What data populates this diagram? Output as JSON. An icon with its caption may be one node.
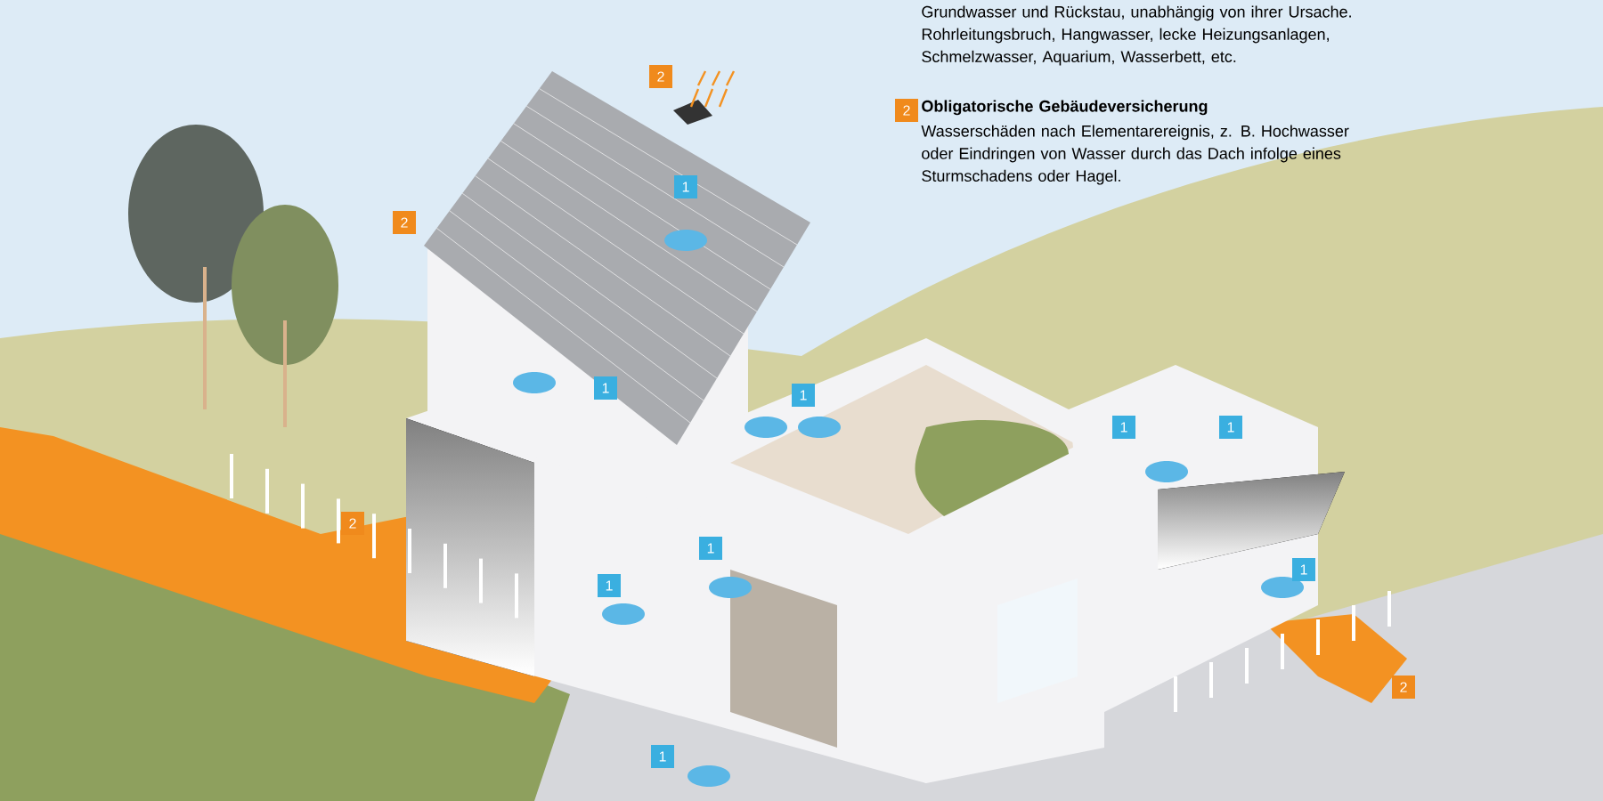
{
  "diagram": {
    "labels": [
      "Grundwasser und Rückstau, unabhängig von ihrer Ursache. Rohrleitungsbruch, Hangwasser, lecke Heizungsanlagen, Schmelzwasser, Aquarium, Wasserbett, etc.",
      "2",
      "Obligatorische Gebäudeversicherung",
      "Wasserschäden nach Elementarereignis, z. B. Hochwasser oder Eindringen von Wasser durch das Dach infolge eines Sturmschadens oder Hagel.",
      "2",
      "1",
      "2",
      "1",
      "1",
      "1",
      "1",
      "2",
      "1",
      "1",
      "1",
      "1",
      "2"
    ]
  }
}
